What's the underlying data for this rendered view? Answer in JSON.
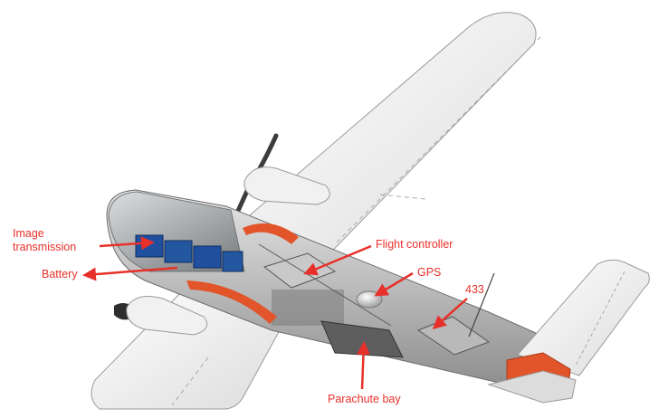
{
  "diagram": {
    "labels": {
      "image_transmission": [
        "Image",
        "transmission"
      ],
      "battery": "Battery",
      "flight_controller": "Flight controller",
      "gps": "GPS",
      "radio_433": "433",
      "parachute_bay": "Parachute bay"
    },
    "colors": {
      "annotation": "#e8302a",
      "accent_orange": "#e2552a",
      "battery_blue": "#1f4f9e",
      "body_gray": "#e8e8e8",
      "outline": "#6b6b6b"
    }
  }
}
